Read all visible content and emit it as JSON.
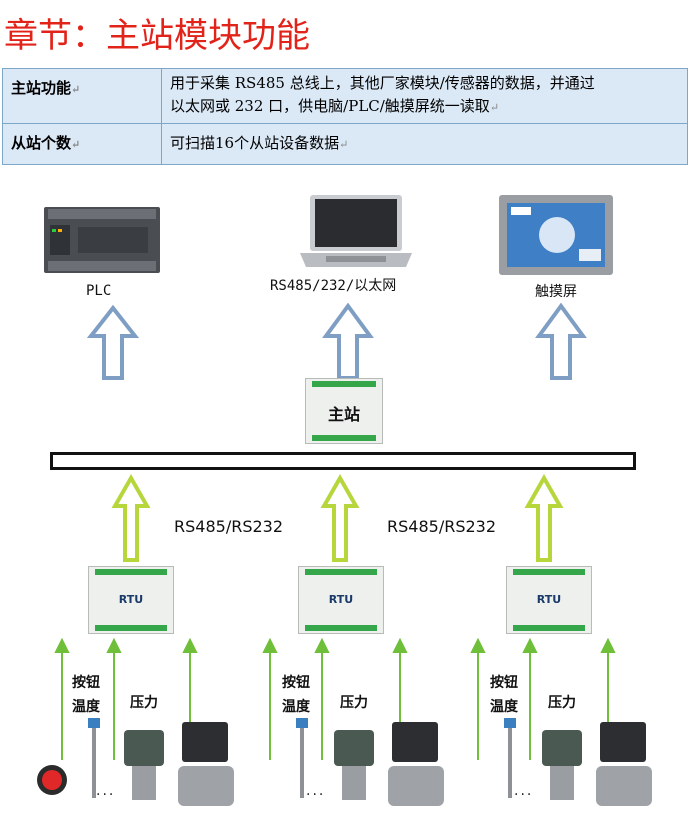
{
  "title": "章节：主站模块功能",
  "table": {
    "rows": [
      {
        "key": "主站功能",
        "value_line1": "用于采集 RS485 总线上，其他厂家模块/传感器的数据，并通过",
        "value_line2": "以太网或 232 口，供电脑/PLC/触摸屏统一读取"
      },
      {
        "key": "从站个数",
        "value_line1": "可扫描16个从站设备数据"
      }
    ],
    "mark": "↵"
  },
  "top_devices": [
    {
      "label": "PLC"
    },
    {
      "label": "RS485/232/以太网"
    },
    {
      "label": "触摸屏"
    }
  ],
  "master_label": "主站",
  "bus_labels": [
    "RS485/RS232",
    "RS485/RS232"
  ],
  "rtu_label": "RTU",
  "sensor_labels": {
    "button": "按钮",
    "temp": "温度",
    "pressure": "压力",
    "ellipsis": "..."
  },
  "colors": {
    "title": "#e2231a",
    "table_bg": "#dbe8f6",
    "up_arrow_fill": "#ffffff",
    "up_arrow_stroke": "#7f9ec4",
    "yg_arrow": "#b6d63c",
    "sensor_arrow": "#6fbf3a"
  }
}
